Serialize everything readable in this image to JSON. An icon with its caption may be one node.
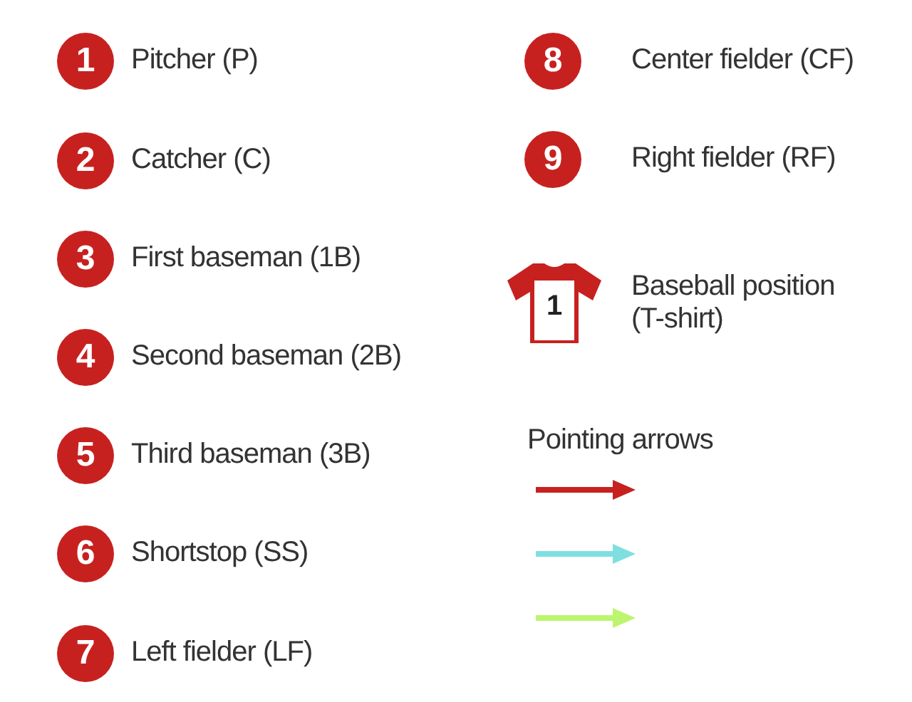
{
  "diagram": {
    "nodes": [
      {
        "text": [
          "1"
        ],
        "beside": [
          "Pitcher (P)"
        ]
      },
      {
        "text": [
          "2"
        ],
        "beside": [
          "Catcher (C)"
        ]
      },
      {
        "text": [
          "3"
        ],
        "beside": [
          "First baseman (1B)"
        ]
      },
      {
        "text": [
          "4"
        ],
        "beside": [
          "Second baseman (2B)"
        ]
      },
      {
        "text": [
          "5"
        ],
        "beside": [
          "Third baseman (3B)"
        ]
      },
      {
        "text": [
          "6"
        ],
        "beside": [
          "Shortstop (SS)"
        ]
      },
      {
        "text": [
          "7"
        ],
        "beside": [
          "Left fielder (LF)"
        ]
      },
      {
        "text": [
          "8"
        ],
        "beside": [
          "Center fielder (CF)"
        ]
      },
      {
        "text": [
          "9"
        ],
        "beside": [
          "Right fielder (RF)"
        ]
      },
      {
        "text": [
          "1"
        ],
        "beside": [
          "Baseball position (T-shirt)"
        ]
      }
    ],
    "labels": [
      "Pointing arrows"
    ]
  }
}
